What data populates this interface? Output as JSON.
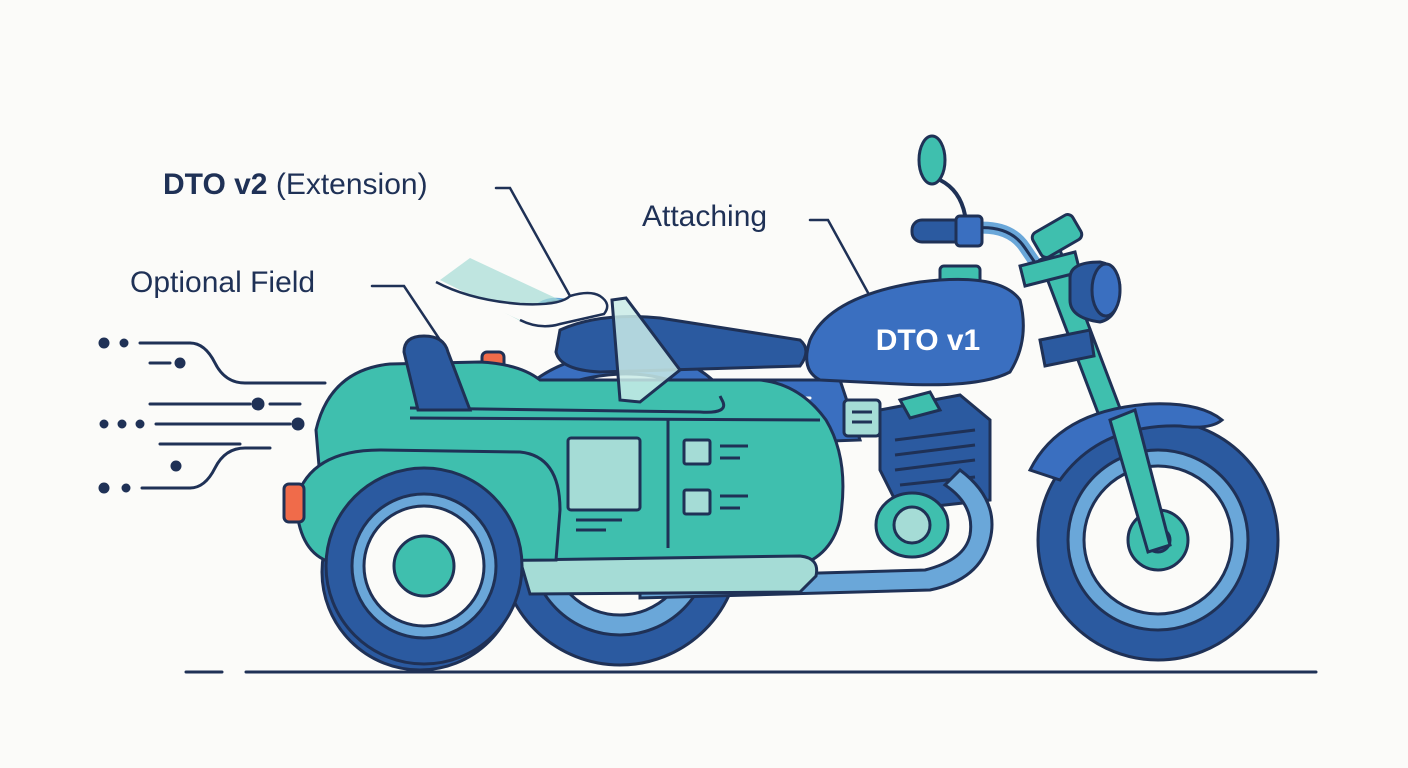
{
  "labels": {
    "dto_v2_bold": "DTO v2",
    "dto_v2_rest": "(Extension)",
    "optional_field": "Optional Field",
    "attaching": "Attaching",
    "tank": "DTO v1"
  },
  "icons": [
    "speed-lines-icon",
    "motorcycle-icon",
    "sidecar-icon",
    "document-icon",
    "cursor-hand-icon",
    "headlight-icon",
    "mirror-icon"
  ],
  "colors": {
    "background": "#fbfbf9",
    "outline": "#1f3156",
    "motorcycle_blue": "#3a6fc0",
    "motorcycle_dark": "#2b5aa0",
    "sidecar_teal": "#3fbfae",
    "sidecar_teal_dark": "#2a9f94",
    "light_teal": "#a5dcd6",
    "accent_red": "#f06b4a"
  }
}
